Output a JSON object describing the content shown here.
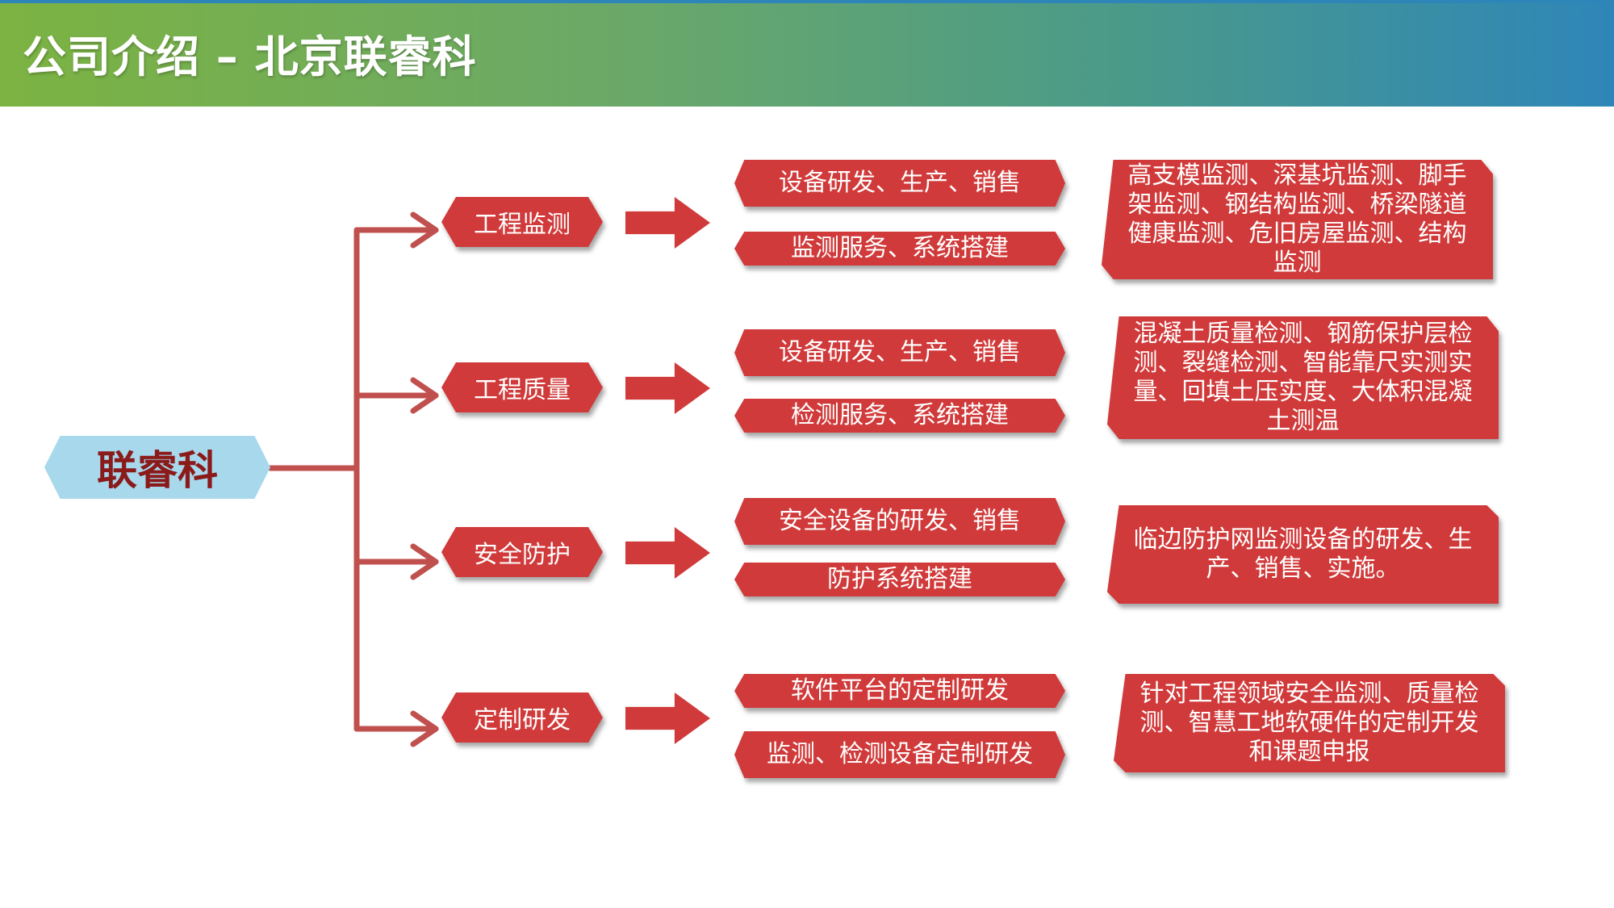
{
  "title": "公司介绍 – 北京联睿科",
  "root": "联睿科",
  "branches": [
    {
      "category": "工程监测",
      "subs": [
        "设备研发、生产、销售",
        "监测服务、系统搭建"
      ],
      "description": "高支模监测、深基坑监测、脚手架监测、钢结构监测、桥梁隧道健康监测、危旧房屋监测、结构监测"
    },
    {
      "category": "工程质量",
      "subs": [
        "设备研发、生产、销售",
        "检测服务、系统搭建"
      ],
      "description": "混凝土质量检测、钢筋保护层检测、裂缝检测、智能靠尺实测实量、回填土压实度、大体积混凝土测温"
    },
    {
      "category": "安全防护",
      "subs": [
        "安全设备的研发、销售",
        "防护系统搭建"
      ],
      "description": "临边防护网监测设备的研发、生产、销售、实施。"
    },
    {
      "category": "定制研发",
      "subs": [
        "软件平台的定制研发",
        "监测、检测设备定制研发"
      ],
      "description": "针对工程领域安全监测、质量检测、智慧工地软硬件的定制开发和课题申报"
    }
  ],
  "colors": {
    "box_red": "#d13a3a",
    "connector": "#c0504d",
    "root_fill": "#a7d8ec",
    "root_text": "#8b1a1a",
    "header_start": "#7cb342",
    "header_end": "#2e86b8"
  }
}
